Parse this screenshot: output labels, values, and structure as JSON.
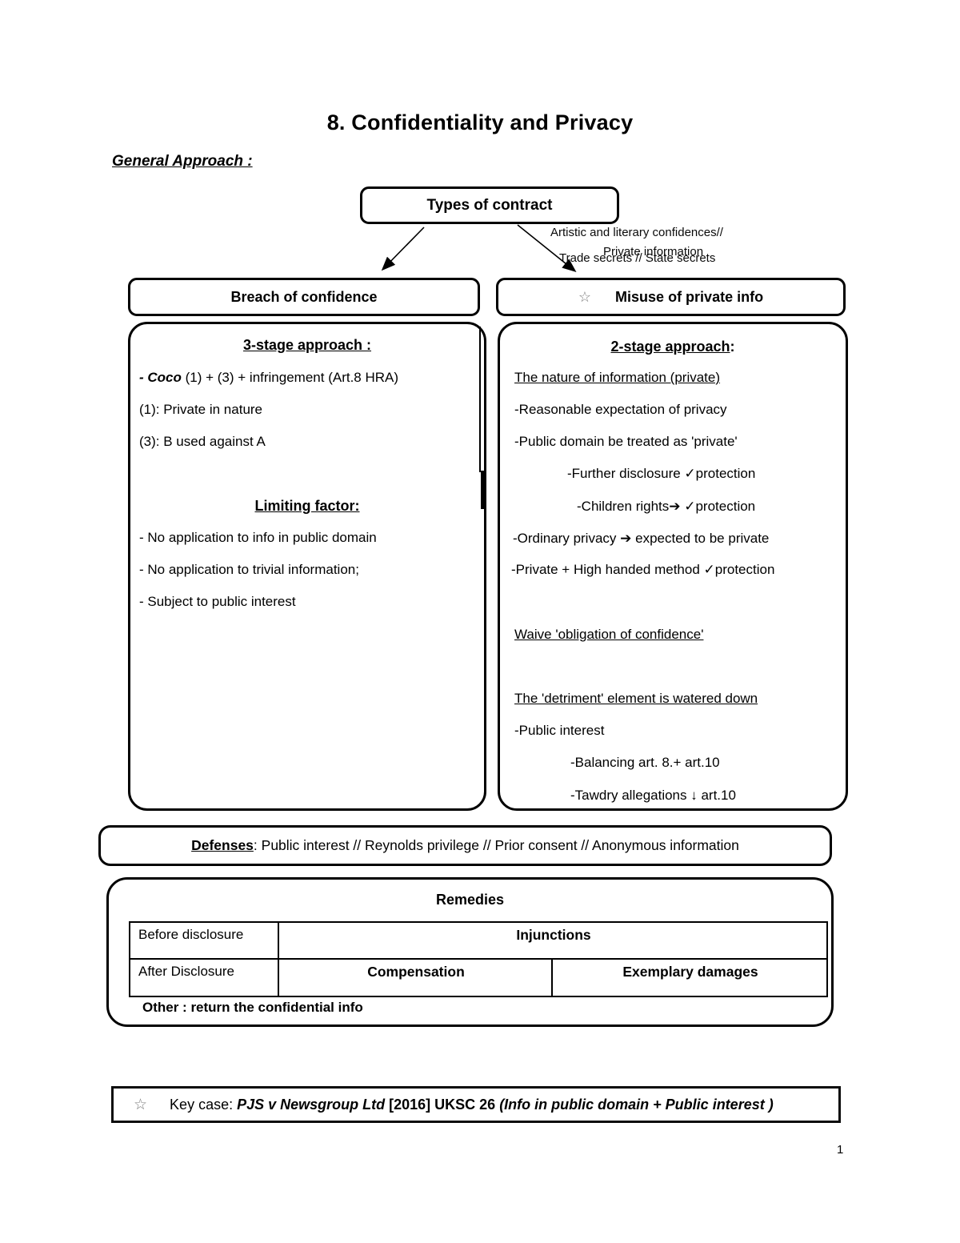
{
  "page": {
    "title": "8. Confidentiality and Privacy",
    "section_heading": "General Approach : ",
    "page_number": "1"
  },
  "flowchart": {
    "root": "Types of contract",
    "annotation_line1": "Artistic and literary confidences//",
    "annotation_private": "Private information",
    "annotation_trade": "Trade secrets // State secrets",
    "left_node": "Breach of confidence",
    "right_node": "Misuse of private info",
    "star": "☆"
  },
  "breach": {
    "heading": "3-stage approach : ",
    "coco_lead": "- Coco",
    "coco_rest": " (1) + (3) + infringement (Art.8 HRA)",
    "item1": "(1):  Private in nature",
    "item2": "(3):  B used against A",
    "limiting_heading": "Limiting factor:",
    "limit_items": [
      "- No application to info in public domain",
      "- No application to trivial information;",
      "- Subject to public interest"
    ]
  },
  "misuse": {
    "heading": "2-stage approach",
    "heading_suffix": ":",
    "nature_heading": "The nature of information (private)",
    "item1": "-Reasonable expectation of privacy",
    "item2": "-Public domain be treated as 'private'",
    "item3": "-Further disclosure ✓protection",
    "item4": "-Children rights➔ ✓protection",
    "item5": "-Ordinary privacy ➔ expected to be private",
    "item6": "-Private + High handed method ✓protection",
    "waive_heading": "Waive 'obligation of confidence' ",
    "detriment_heading": "The 'detriment' element is watered down",
    "item7": "-Public interest",
    "item8": "-Balancing art. 8.+ art.10",
    "item9": "-Tawdry allegations ↓ art.10"
  },
  "defenses": {
    "label": "Defenses",
    "text": ": Public interest // Reynolds privilege  // Prior consent //  Anonymous information"
  },
  "remedies": {
    "title": "Remedies",
    "row1_label": "Before disclosure",
    "row1_cell": "Injunctions",
    "row2_label": "After Disclosure",
    "row2_cell1": "Compensation",
    "row2_cell2": "Exemplary damages",
    "other": "Other : return the confidential info"
  },
  "keycase": {
    "star": "☆",
    "prefix": "Key case: ",
    "case_name": "PJS v Newsgroup Ltd ",
    "citation": "[2016] UKSC 26 ",
    "note": "(Info in public domain + Public interest )"
  }
}
